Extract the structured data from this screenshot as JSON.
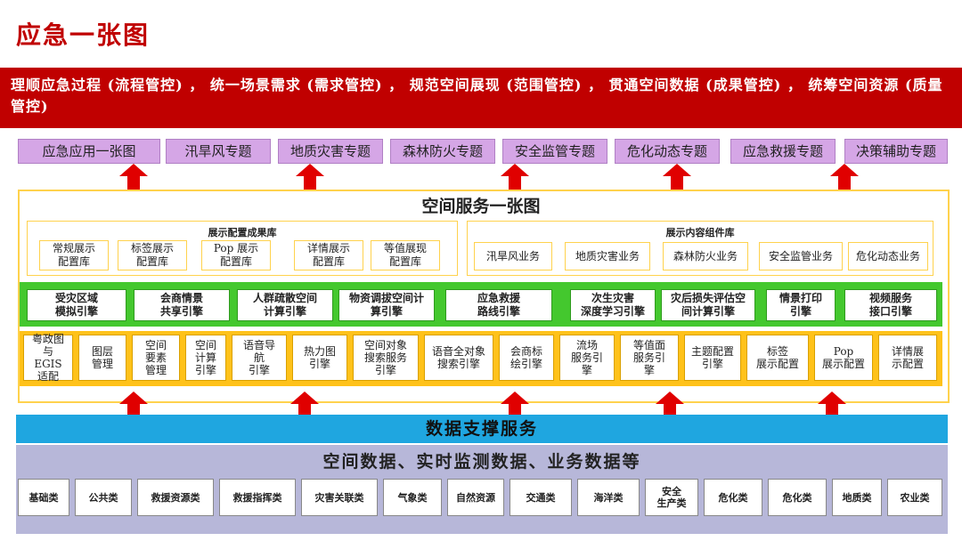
{
  "title": "应急一张图",
  "banner": "理顺应急过程 (流程管控) ， 统一场景需求 (需求管控) ， 规范空间展现 (范围管控) ， 贯通空间数据 (成果管控) ， 统筹空间资源 (质量管控)",
  "topics": [
    "应急应用一张图",
    "汛旱风专题",
    "地质灾害专题",
    "森林防火专题",
    "安全监管专题",
    "危化动态专题",
    "应急救援专题",
    "决策辅助专题"
  ],
  "space_service": {
    "title": "空间服务一张图",
    "config_lib": {
      "title": "展示配置成果库",
      "items": [
        "常规展示\n配置库",
        "标签展示\n配置库",
        "Pop 展示\n配置库",
        "详情展示\n配置库",
        "等值展现\n配置库"
      ]
    },
    "component_lib": {
      "title": "展示内容组件库",
      "items": [
        "汛旱风业务",
        "地质灾害业务",
        "森林防火业务",
        "安全监管业务",
        "危化动态业务"
      ]
    },
    "engines": [
      "受灾区域\n模拟引擎",
      "会商情景\n共享引擎",
      "人群疏散空间\n计算引擎",
      "物资调拔空间计\n算引擎",
      "应急救援\n路线引擎",
      "次生灾害\n深度学习引擎",
      "灾后损失评估空\n间计算引擎",
      "情景打印\n引擎",
      "视频服务\n接口引擎"
    ],
    "components": [
      "粤政图\n与\nEGIS\n适配",
      "图层\n管理",
      "空间\n要素\n管理",
      "空间\n计算\n引擎",
      "语音导\n航\n引擎",
      "热力图\n引擎",
      "空间对象\n搜索服务\n引擎",
      "语音全对象\n搜索引擎",
      "会商标\n绘引擎",
      "流场\n服务引\n擎",
      "等值面\n服务引\n擎",
      "主题配置\n引擎",
      "标签\n展示配置",
      "Pop\n展示配置",
      "详情展\n示配置"
    ]
  },
  "data_support": "数据支撑服务",
  "data_base": {
    "title": "空间数据、实时监测数据、业务数据等",
    "types": [
      "基础类",
      "公共类",
      "救援资源类",
      "救援指挥类",
      "灾害关联类",
      "气象类",
      "自然资源",
      "交通类",
      "海洋类",
      "安全\n生产类",
      "危化类",
      "危化类",
      "地质类",
      "农业类"
    ]
  },
  "colors": {
    "banner": "#c00000",
    "topic": "#d5a6e6",
    "arrow": "#e00000",
    "engine_band": "#44c82e",
    "component_band": "#ffc21a",
    "data_support": "#1fa6e0",
    "data_base": "#b7b7d9"
  }
}
